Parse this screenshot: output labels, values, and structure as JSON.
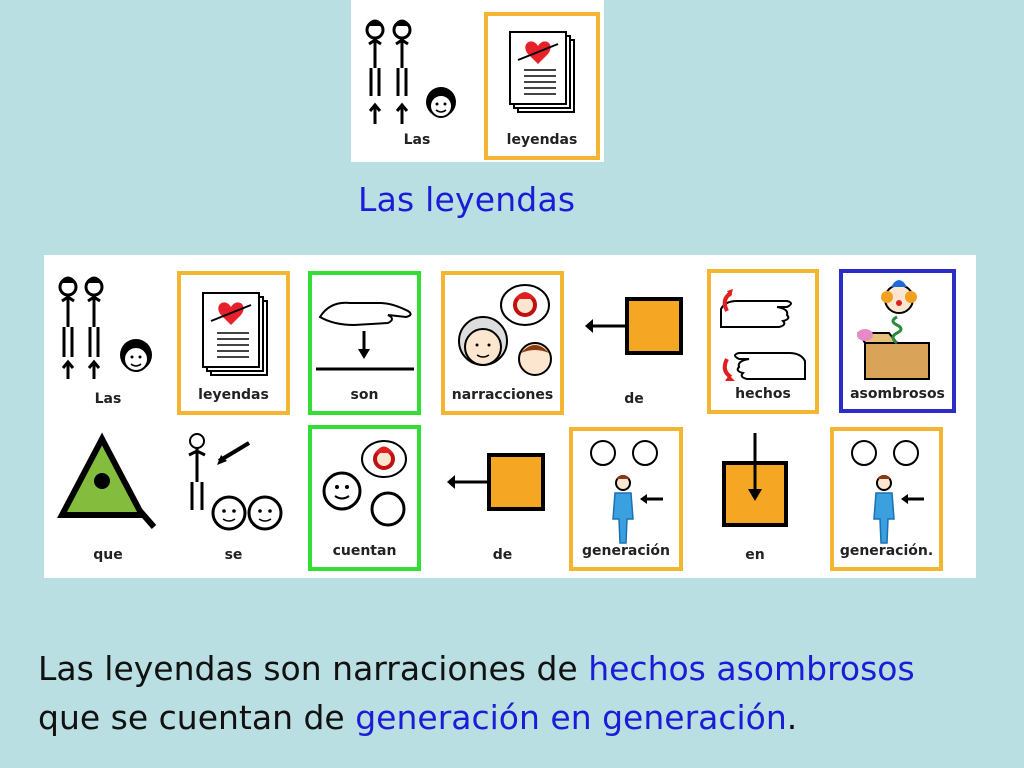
{
  "header_card": {
    "pictos": [
      {
        "word": "Las"
      },
      {
        "word": "leyendas"
      }
    ]
  },
  "title": "Las leyendas",
  "row1": [
    {
      "word": "Las",
      "border": "none"
    },
    {
      "word": "leyendas",
      "border": "yellow"
    },
    {
      "word": "son",
      "border": "green"
    },
    {
      "word": "narracciones",
      "border": "yellow"
    },
    {
      "word": "de",
      "border": "none"
    },
    {
      "word": "hechos",
      "border": "yellow"
    },
    {
      "word": "asombrosos",
      "border": "blue"
    }
  ],
  "row2": [
    {
      "word": "que",
      "border": "none"
    },
    {
      "word": "se",
      "border": "none"
    },
    {
      "word": "cuentan",
      "border": "green"
    },
    {
      "word": "de",
      "border": "none"
    },
    {
      "word": "generación",
      "border": "yellow"
    },
    {
      "word": "en",
      "border": "none"
    },
    {
      "word": "generación.",
      "border": "yellow"
    }
  ],
  "sentence": {
    "part1": "Las leyendas son narraciones de ",
    "hl1": "hechos asombrosos",
    "part2": "que se cuentan de ",
    "hl2": "generación en generación",
    "end": "."
  },
  "colors": {
    "background": "#b9dfe2",
    "highlight": "#1b1bd8",
    "border_yellow": "#f2b632",
    "border_green": "#33dd33",
    "border_blue": "#2c2cc8",
    "orange": "#f5a623"
  }
}
